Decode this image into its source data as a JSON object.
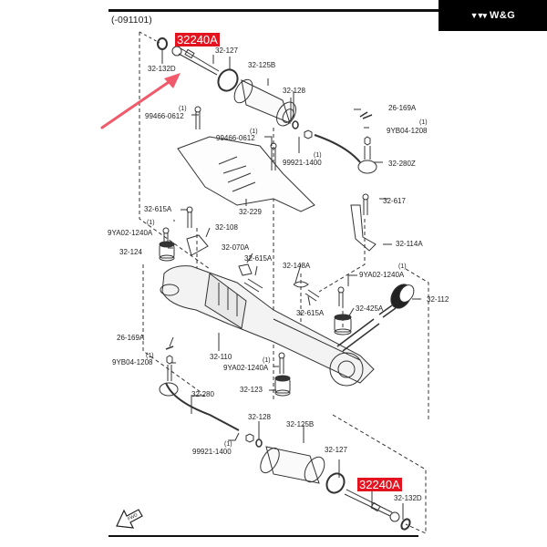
{
  "brand": {
    "logo_icon": "triangle-marks-logo",
    "name": "W&G"
  },
  "diagram": {
    "revision": "(-091101)",
    "highlight_color": "#e3141f",
    "highlighted_part": "32240A",
    "highlights": [
      {
        "label": "32240A",
        "position": "top"
      },
      {
        "label": "32240A",
        "position": "bottom-right"
      }
    ],
    "labels": [
      {
        "id": "l1",
        "text": "32-132D"
      },
      {
        "id": "l2",
        "text": "32-127"
      },
      {
        "id": "l3",
        "text": "32-125B"
      },
      {
        "id": "l4",
        "text": "32-128"
      },
      {
        "id": "l5",
        "text": "26-169A"
      },
      {
        "id": "l6",
        "text": "9YB04-1208",
        "qty": "(1)"
      },
      {
        "id": "l7",
        "text": "99921-1400",
        "qty": "(1)"
      },
      {
        "id": "l8",
        "text": "32-280Z"
      },
      {
        "id": "l9",
        "text": "99466-0612",
        "qty": "(1)"
      },
      {
        "id": "l10",
        "text": "99466-0612",
        "qty": "(1)"
      },
      {
        "id": "l11",
        "text": "32-229"
      },
      {
        "id": "l12",
        "text": "32-617"
      },
      {
        "id": "l13",
        "text": "32-615A"
      },
      {
        "id": "l14",
        "text": "9YA02-1240A",
        "qty": "(1)"
      },
      {
        "id": "l15",
        "text": "32-108"
      },
      {
        "id": "l16",
        "text": "32-124"
      },
      {
        "id": "l17",
        "text": "32-070A"
      },
      {
        "id": "l18",
        "text": "32-615A"
      },
      {
        "id": "l19",
        "text": "32-114A"
      },
      {
        "id": "l20",
        "text": "32-148A"
      },
      {
        "id": "l21",
        "text": "9YA02-1240A",
        "qty": "(1)"
      },
      {
        "id": "l22",
        "text": "32-112"
      },
      {
        "id": "l23",
        "text": "32-615A"
      },
      {
        "id": "l24",
        "text": "32-425A"
      },
      {
        "id": "l25",
        "text": "26-169A"
      },
      {
        "id": "l26",
        "text": "9YB04-1208",
        "qty": "(1)"
      },
      {
        "id": "l27",
        "text": "32-110"
      },
      {
        "id": "l28",
        "text": "9YA02-1240A",
        "qty": "(1)"
      },
      {
        "id": "l29",
        "text": "32-123"
      },
      {
        "id": "l30",
        "text": "32-280"
      },
      {
        "id": "l31",
        "text": "32-128"
      },
      {
        "id": "l32",
        "text": "32-125B"
      },
      {
        "id": "l33",
        "text": "99921-1400",
        "qty": "(1)"
      },
      {
        "id": "l34",
        "text": "32-127"
      },
      {
        "id": "l35",
        "text": "32-132D"
      }
    ],
    "front_arrow_icon": "fwd-arrow-icon",
    "pointer_arrow_icon": "red-pointer-arrow-icon"
  }
}
